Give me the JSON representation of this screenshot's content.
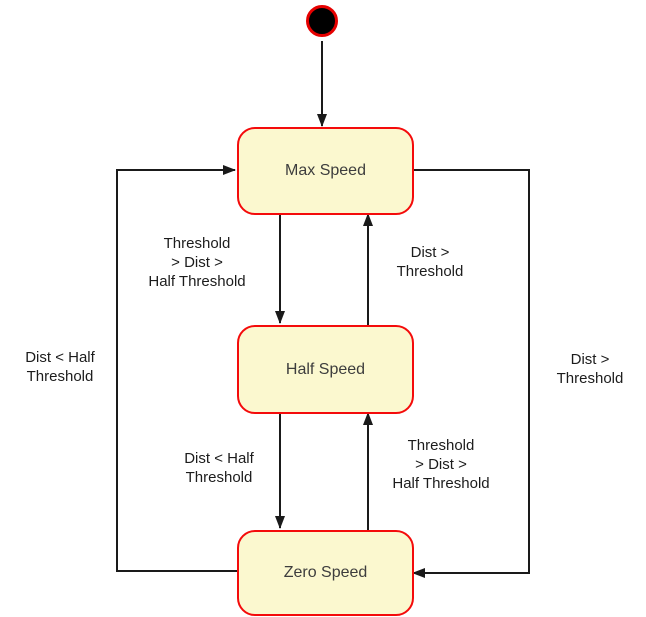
{
  "colors": {
    "state_fill": "#fbf8cf",
    "state_border": "#f40b0b",
    "initial_fill": "#000000",
    "initial_ring": "#e60000",
    "arrow": "#1a1a1a",
    "label_text": "#1c1c1c",
    "state_text": "#3d3d3d",
    "background": "#ffffff"
  },
  "states": {
    "max": {
      "label": "Max Speed"
    },
    "half": {
      "label": "Half Speed"
    },
    "zero": {
      "label": "Zero Speed"
    }
  },
  "transitions": {
    "initial_to_max": {
      "from": "initial",
      "to": "max",
      "label": ""
    },
    "max_to_half": {
      "from": "max",
      "to": "half",
      "label": "Threshold\n> Dist >\nHalf Threshold"
    },
    "half_to_max": {
      "from": "half",
      "to": "max",
      "label": "Dist >\nThreshold"
    },
    "half_to_zero": {
      "from": "half",
      "to": "zero",
      "label": "Dist < Half\nThreshold"
    },
    "zero_to_half": {
      "from": "zero",
      "to": "half",
      "label": "Threshold\n> Dist >\nHalf Threshold"
    },
    "zero_to_max": {
      "from": "zero",
      "to": "max",
      "label": "Dist < Half\nThreshold"
    },
    "max_to_zero": {
      "from": "max",
      "to": "zero",
      "label": "Dist >\nThreshold"
    }
  }
}
